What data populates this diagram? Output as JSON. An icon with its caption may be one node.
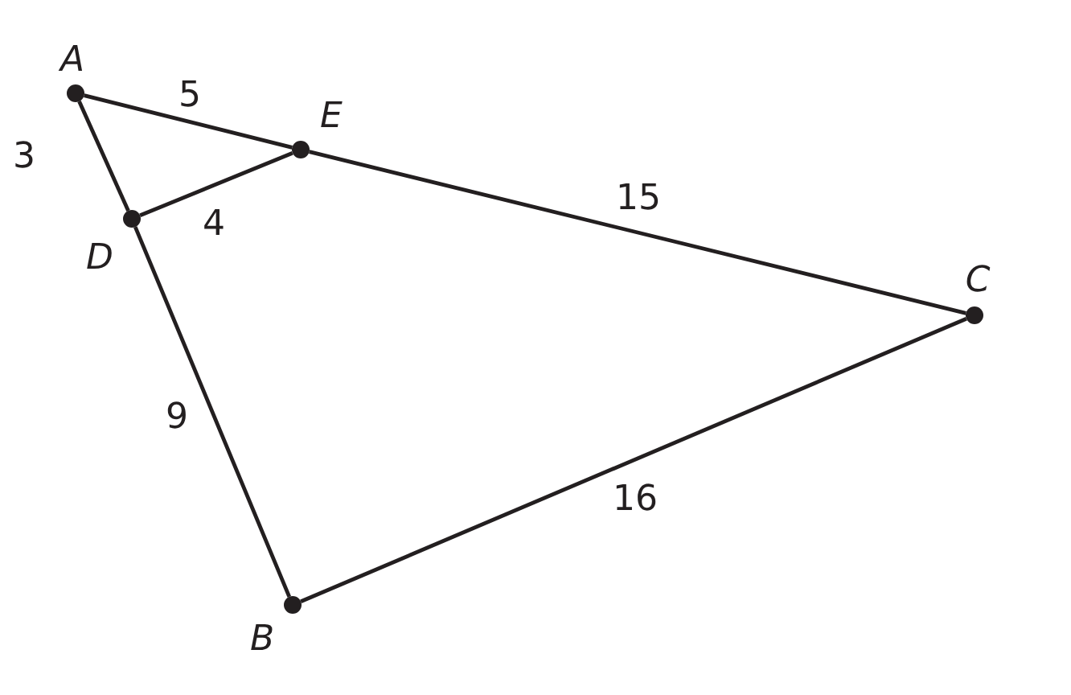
{
  "diagram": {
    "nodes": [
      {
        "text": [],
        "shape": "circle",
        "beside": [
          "A"
        ]
      },
      {
        "text": [],
        "shape": "circle",
        "beside": [
          "E"
        ]
      },
      {
        "text": [],
        "shape": "circle",
        "beside": [
          "D"
        ]
      },
      {
        "text": [],
        "shape": "circle",
        "beside": [
          "C"
        ]
      },
      {
        "text": [],
        "shape": "circle",
        "beside": [
          "B"
        ]
      }
    ],
    "edges": [
      {
        "from": 0,
        "to": 1,
        "arrow": "none",
        "label": "5"
      },
      {
        "from": 1,
        "to": 3,
        "arrow": "none",
        "label": "15"
      },
      {
        "from": 0,
        "to": 2,
        "arrow": "none",
        "label": "3"
      },
      {
        "from": 2,
        "to": 1,
        "arrow": "none",
        "label": "4"
      },
      {
        "from": 2,
        "to": 4,
        "arrow": "none",
        "label": "9"
      },
      {
        "from": 4,
        "to": 3,
        "arrow": "none",
        "label": "16"
      }
    ]
  }
}
